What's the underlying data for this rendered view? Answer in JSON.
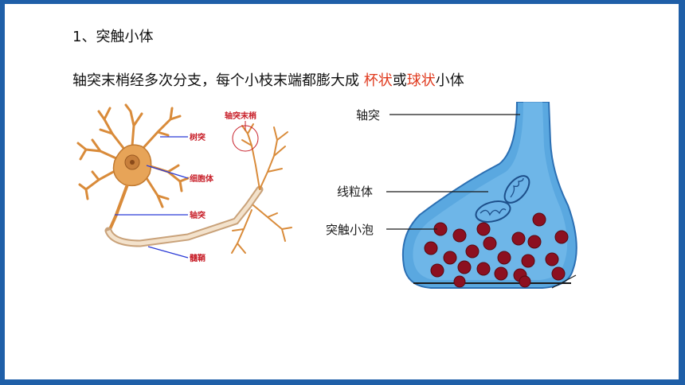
{
  "heading": "1、突触小体",
  "subline": {
    "part1": "轴突末梢经多次分支，每个小枝末端都膨大成 ",
    "cup": "杯状",
    "or": "或",
    "ball": "球状",
    "tail": "小体"
  },
  "neuron": {
    "dendrite": "树突",
    "soma": "细胞体",
    "axon": "轴突",
    "myelin": "髓鞘",
    "terminal": "轴突末梢"
  },
  "synapse": {
    "axon": "轴突",
    "mitochondria": "线粒体",
    "vesicle": "突触小泡"
  },
  "colors": {
    "frame": "#1f5fa8",
    "highlight": "#e03a1e",
    "neuron": "#d98b3a",
    "synapse_fill": "#5aa8e0",
    "vesicle": "#8c1020"
  }
}
